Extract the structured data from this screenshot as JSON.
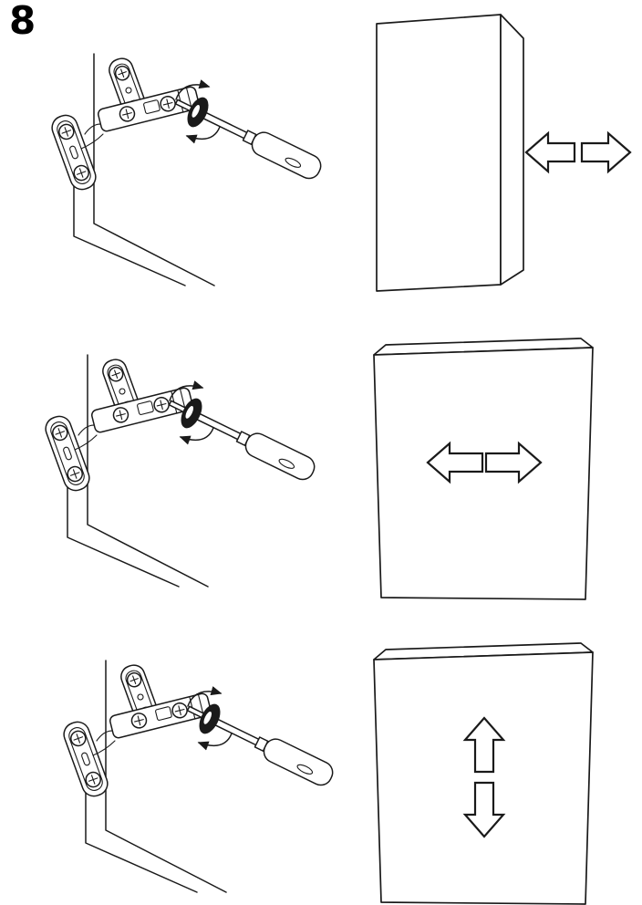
{
  "page": {
    "step_number": "8",
    "background_color": "#ffffff",
    "line_color": "#1a1a1a"
  },
  "figures": {
    "rows": [
      {
        "left_icon": "hinge-screwdriver-adjustment-icon",
        "right_icon": "door-panel-icon",
        "arrows_icon": "depth-in-out-arrows-icon",
        "arrow_direction": "horizontal-outward"
      },
      {
        "left_icon": "hinge-screwdriver-adjustment-icon",
        "right_icon": "cabinet-door-icon",
        "arrows_icon": "left-right-arrows-icon",
        "arrow_direction": "horizontal"
      },
      {
        "left_icon": "hinge-screwdriver-adjustment-icon",
        "right_icon": "cabinet-door-icon",
        "arrows_icon": "up-down-arrows-icon",
        "arrow_direction": "vertical"
      }
    ]
  }
}
